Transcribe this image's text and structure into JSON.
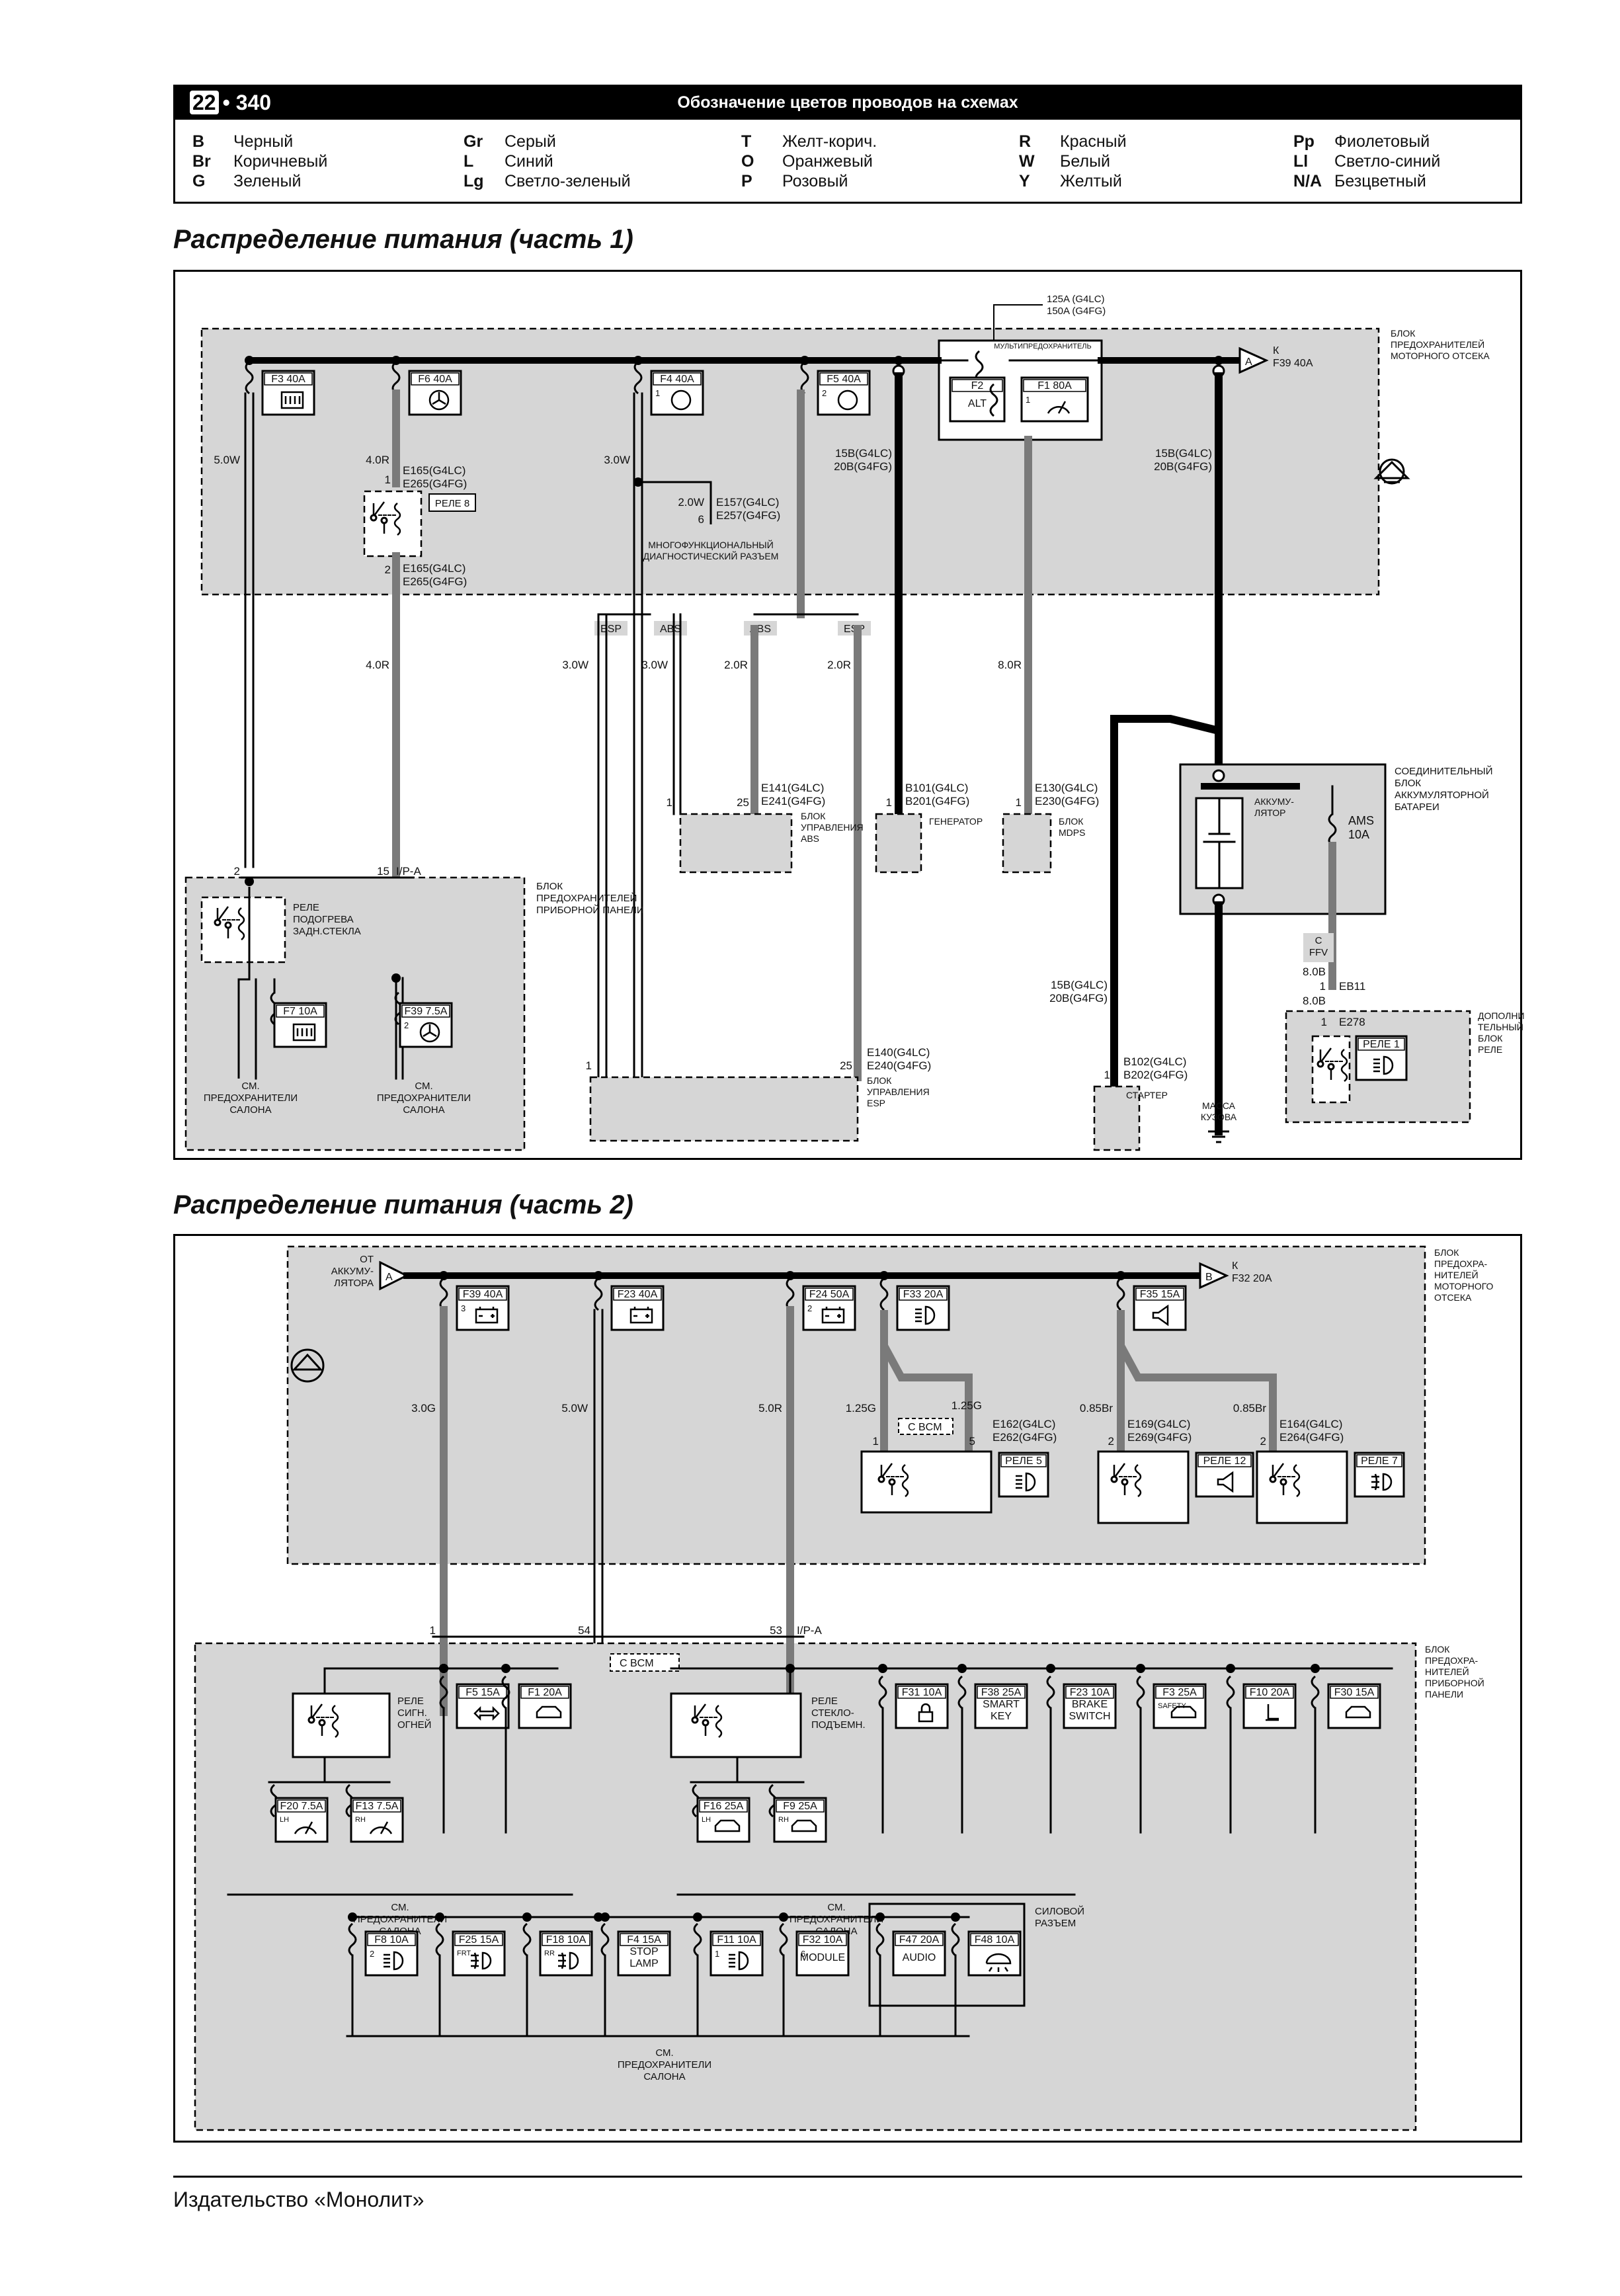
{
  "header": {
    "chapter": "22",
    "page": "340",
    "title": "Обозначение цветов проводов на схемах"
  },
  "wire_colors": [
    [
      {
        "code": "B",
        "name": "Черный"
      },
      {
        "code": "Br",
        "name": "Коричневый"
      },
      {
        "code": "G",
        "name": "Зеленый"
      }
    ],
    [
      {
        "code": "Gr",
        "name": "Серый"
      },
      {
        "code": "L",
        "name": "Синий"
      },
      {
        "code": "Lg",
        "name": "Светло-зеленый"
      }
    ],
    [
      {
        "code": "T",
        "name": "Желт-корич."
      },
      {
        "code": "O",
        "name": "Оранжевый"
      },
      {
        "code": "P",
        "name": "Розовый"
      }
    ],
    [
      {
        "code": "R",
        "name": "Красный"
      },
      {
        "code": "W",
        "name": "Белый"
      },
      {
        "code": "Y",
        "name": "Желтый"
      }
    ],
    [
      {
        "code": "Pp",
        "name": "Фиолетовый"
      },
      {
        "code": "Ll",
        "name": "Светло-синий"
      },
      {
        "code": "N/A",
        "name": "Безцветный"
      }
    ]
  ],
  "part1": {
    "title": "Распределение питания (часть 1)",
    "engine_block": [
      "БЛОК",
      "ПРЕДОХРАНИТЕЛЕЙ",
      "МОТОРНОГО ОТСЕКА"
    ],
    "multifuse_label": "МУЛЬТИПРЕДОХРАНИТЕЛЬ",
    "multifuse_rating": [
      "125A (G4LC)",
      "150A (G4FG)"
    ],
    "to_conn": {
      "letter": "A",
      "lines": [
        "К",
        "F39 40A"
      ]
    },
    "fuses": [
      {
        "label": "F3 40A"
      },
      {
        "label": "F6 40A"
      },
      {
        "label": "F4 40A",
        "pin": "1"
      },
      {
        "label": "F5 40A",
        "pin": "2"
      },
      {
        "label": "F2",
        "sub": "ALT"
      },
      {
        "label": "F1 80A",
        "pin": "1"
      }
    ],
    "wires": {
      "w50": "5.0W",
      "w40a": "4.0R",
      "w30": "3.0W",
      "w20w": "2.0W",
      "w15b_a": [
        "15B(G4LC)",
        "20B(G4FG)"
      ],
      "w15b_b": [
        "15B(G4LC)",
        "20B(G4FG)"
      ],
      "w40b": "4.0R",
      "w30a": "3.0W",
      "w30b": "3.0W",
      "w20a": "2.0R",
      "w20b": "2.0R",
      "w80r": "8.0R",
      "w15b_c": [
        "15B(G4LC)",
        "20B(G4FG)"
      ],
      "w80b1": "8.0B",
      "w80b2": "8.0B"
    },
    "relay8": {
      "label": "РЕЛЕ 8",
      "conn_top": [
        "E165(G4LC)",
        "E265(G4FG)"
      ],
      "pin_top": "1",
      "conn_bot": [
        "E165(G4LC)",
        "E265(G4FG)"
      ],
      "pin_bot": "2"
    },
    "diag": {
      "conn": [
        "E157(G4LC)",
        "E257(G4FG)"
      ],
      "pin": "6",
      "label": [
        "МНОГОФУНКЦИОНАЛЬНЫЙ",
        "ДИАГНОСТИЧЕСКИЙ РАЗЪЕМ"
      ]
    },
    "tags": {
      "esp": "ESP",
      "abs": "ABS"
    },
    "abs_unit": {
      "conn": [
        "E141(G4LC)",
        "E241(G4FG)"
      ],
      "pin_left": "1",
      "pin_right": "25",
      "label": [
        "БЛОК",
        "УПРАВЛЕНИЯ",
        "ABS"
      ]
    },
    "generator": {
      "conn": [
        "B101(G4LC)",
        "B201(G4FG)"
      ],
      "pin": "1",
      "label": "ГЕНЕРАТОР"
    },
    "mdps": {
      "conn": [
        "E130(G4LC)",
        "E230(G4FG)"
      ],
      "pin": "1",
      "label": [
        "БЛОК",
        "MDPS"
      ]
    },
    "battery_junction": {
      "label": [
        "СОЕДИНИТЕЛЬНЫЙ",
        "БЛОК",
        "АККУМУЛЯТОРНОЙ",
        "БАТАРЕИ"
      ],
      "battery": [
        "АККУМУ-",
        "ЛЯТОР"
      ],
      "fuse": [
        "AMS",
        "10A"
      ]
    },
    "ffv": {
      "lines": [
        "C",
        "FFV"
      ]
    },
    "eb11": {
      "pin": "1",
      "label": "EB11"
    },
    "extra_relay": {
      "label": [
        "ДОПОЛНИ-",
        "ТЕЛЬНЫЙ",
        "БЛОК",
        "РЕЛЕ"
      ],
      "conn": "E278",
      "pin": "1",
      "relay": "РЕЛЕ 1"
    },
    "starter": {
      "conn": [
        "B102(G4LC)",
        "B202(G4FG)"
      ],
      "pin": "1",
      "label": "СТАРТЕР"
    },
    "ground": {
      "label": [
        "МАССА",
        "КУЗОВА"
      ]
    },
    "ip_block": {
      "label": [
        "БЛОК",
        "ПРЕДОХРАНИТЕЛЕЙ",
        "ПРИБОРНОЙ ПАНЕЛИ"
      ],
      "pin_a": "2",
      "pin_b": "15",
      "conn": "I/P-A",
      "relay": [
        "РЕЛЕ",
        "ПОДОГРЕВА",
        "ЗАДН.СТЕКЛА"
      ],
      "fuse_a": "F7 10A",
      "fuse_b": "F39 7.5A",
      "fuse_b_pin": "2",
      "see_a": [
        "СМ.",
        "ПРЕДОХРАНИТЕЛИ",
        "САЛОНА"
      ],
      "see_b": [
        "СМ.",
        "ПРЕДОХРАНИТЕЛИ",
        "САЛОНА"
      ]
    },
    "esp_unit": {
      "conn": [
        "E140(G4LC)",
        "E240(G4FG)"
      ],
      "pin_left": "1",
      "pin_right": "25",
      "label": [
        "БЛОК",
        "УПРАВЛЕНИЯ",
        "ESP"
      ]
    }
  },
  "part2": {
    "title": "Распределение питания (часть 2)",
    "engine_block": [
      "БЛОК",
      "ПРЕДОХРА-",
      "НИТЕЛЕЙ",
      "МОТОРНОГО",
      "ОТСЕКА"
    ],
    "from_batt": {
      "letter": "A",
      "lines": [
        "ОТ",
        "АККУМУ-",
        "ЛЯТОРА"
      ]
    },
    "to_conn": {
      "letter": "B",
      "lines": [
        "К",
        "F32 20A"
      ]
    },
    "fuses": [
      {
        "label": "F39 40A",
        "pin": "3"
      },
      {
        "label": "F23 40A"
      },
      {
        "label": "F24 50A",
        "pin": "2"
      },
      {
        "label": "F33 20A"
      },
      {
        "label": "F35 15A"
      }
    ],
    "wires": {
      "w30g": "3.0G",
      "w50w": "5.0W",
      "w50r": "5.0R",
      "w125g_a": "1.25G",
      "w125g_b": "1.25G",
      "w085_a": "0.85Br",
      "w085_b": "0.85Br"
    },
    "bcm": {
      "lines": [
        "C",
        "BCM"
      ]
    },
    "relay5": {
      "label": "РЕЛЕ 5",
      "conn": [
        "E162(G4LC)",
        "E262(G4FG)"
      ],
      "pin_left": "1",
      "pin_right": "5"
    },
    "relay12": {
      "label": "РЕЛЕ 12",
      "conn": [
        "E169(G4LC)",
        "E269(G4FG)"
      ],
      "pin": "2"
    },
    "relay7": {
      "label": "РЕЛЕ 7",
      "conn": [
        "E164(G4LC)",
        "E264(G4FG)"
      ],
      "pin": "2"
    },
    "ip_conn": {
      "pin_1": "1",
      "pin_54": "54",
      "pin_53": "53",
      "conn": "I/P-A"
    },
    "ip_block": [
      "БЛОК",
      "ПРЕДОХРА-",
      "НИТЕЛЕЙ",
      "ПРИБОРНОЙ",
      "ПАНЕЛИ"
    ],
    "bcm2": {
      "lines": [
        "C",
        "BCM"
      ]
    },
    "relay_signal": [
      "РЕЛЕ",
      "СИГН.",
      "ОГНЕЙ"
    ],
    "relay_window": [
      "РЕЛЕ",
      "СТЕКЛО-",
      "ПОДЪЕМН."
    ],
    "row1": [
      {
        "label": "F5 15A"
      },
      {
        "label": "F1 20A"
      },
      {
        "label": "F31 10A"
      },
      {
        "label": "F38 25A",
        "text": [
          "SMART",
          "KEY"
        ]
      },
      {
        "label": "F23 10A",
        "text": [
          "BRAKE",
          "SWITCH"
        ]
      },
      {
        "label": "F3 25A",
        "sub": "SAFETY"
      },
      {
        "label": "F10 20A"
      },
      {
        "label": "F30 15A"
      }
    ],
    "row_lr": [
      {
        "label": "F20 7.5A",
        "sub": "LH"
      },
      {
        "label": "F13 7.5A",
        "sub": "RH"
      },
      {
        "label": "F16 25A",
        "sub": "LH"
      },
      {
        "label": "F9 25A",
        "sub": "RH"
      }
    ],
    "see_left": [
      "СМ.",
      "ПРЕДОХРАНИТЕЛИ",
      "САЛОНА"
    ],
    "see_mid": [
      "СМ.",
      "ПРЕДОХРАНИТЕЛИ",
      "САЛОНА"
    ],
    "row2": [
      {
        "label": "F8 10A",
        "pin": "2"
      },
      {
        "label": "F25 15A",
        "sub": "FRT"
      },
      {
        "label": "F18 10A",
        "sub": "RR"
      },
      {
        "label": "F4 15A",
        "text": [
          "STOP",
          "LAMP"
        ]
      },
      {
        "label": "F11 10A",
        "pin": "1"
      },
      {
        "label": "F32 10A",
        "pin": "6",
        "text": [
          "MODULE"
        ]
      },
      {
        "label": "F47 20A",
        "text": [
          "AUDIO"
        ]
      },
      {
        "label": "F48 10A"
      }
    ],
    "power_conn": [
      "СИЛОВОЙ",
      "РАЗЪЕМ"
    ],
    "see_bottom": [
      "СМ.",
      "ПРЕДОХРАНИТЕЛИ",
      "САЛОНА"
    ]
  },
  "footer": "Издательство «Монолит»"
}
